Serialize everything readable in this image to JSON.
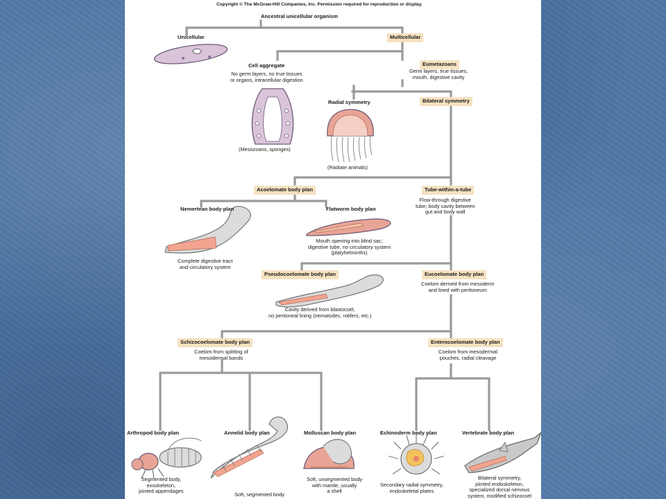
{
  "copyright": "Copyright © The McGraw-Hill Companies, Inc. Permission required for reproduction or display.",
  "colors": {
    "background": "#4f77a6",
    "panel": "#ffffff",
    "branch_line": "#9a9a9a",
    "highlight": "#f6e2c1",
    "organism_fill": "#d9c4da",
    "organism_accent": "#e8836b"
  },
  "nodes": {
    "ancestral": "Ancestral unicellular organism",
    "unicellular": "Unicellular",
    "multicellular": "Multicellular",
    "cell_aggregate": {
      "title": "Cell aggregate",
      "desc": "No germ layers, no true tissues\nor organs, intracellular digestion",
      "caption": "(Mesozoans, sponges)"
    },
    "eumetazoans": {
      "title": "Eumetazoans",
      "desc": "Germ layers, true tissues,\nmouth, digestive cavity"
    },
    "radial": {
      "title": "Radial symmetry",
      "caption": "(Radiate animals)"
    },
    "bilateral": "Bilateral symmetry",
    "acoelomate": "Acoelomate body plan",
    "tube": {
      "title": "Tube-within-a-tube",
      "desc": "Flow-through digestive\ntube; body cavity between\ngut and body wall"
    },
    "nemertean": {
      "title": "Nemertean body plan",
      "desc": "Complete digestive tract\nand circulatory system"
    },
    "flatworm": {
      "title": "Flatworm body plan",
      "desc": "Mouth opening into blind sac;\ndigestive tube, no circulatory system\n(platyhelminths)"
    },
    "pseudocoelomate": {
      "title": "Pseudocoelomate body plan",
      "desc": "Cavity derived from blastocoel,\nno peritoneal lining (nematodes, rotifers, etc.)"
    },
    "eucoelomate": {
      "title": "Eucoelomate body plan",
      "desc": "Coelom derived from mesoderm\nand lined with peritoneum"
    },
    "schizocoelomate": {
      "title": "Schizocoelomate body plan",
      "desc": "Coelom from splitting of\nmesodermal bands"
    },
    "enterocoelomate": {
      "title": "Enterocoelomate body plan",
      "desc": "Coelom from mesodermal\npouches, radial cleavage"
    },
    "arthropod": {
      "title": "Arthropod body plan",
      "desc": "Segmented body,\nexoskeleton,\njointed appendages"
    },
    "annelid": {
      "title": "Annelid body plan",
      "desc": "Soft, segmented body"
    },
    "molluscan": {
      "title": "Molluscan body plan",
      "desc": "Soft, unsegmented body\nwith mantle, usually\na shell"
    },
    "echinoderm": {
      "title": "Echinoderm body plan",
      "desc": "Secondary radial symmetry,\nendoskeletal plates"
    },
    "vertebrate": {
      "title": "Vertebrate body plan",
      "desc": "Bilateral symmetry,\njointed endoskeleton,\nspecialized dorsal nervous\nsystem, modified schizocoel"
    }
  },
  "icons": {
    "unicellular": "paramecium-icon",
    "cell_aggregate": "sponge-icon",
    "radial": "jellyfish-icon",
    "nemertean": "ribbon-worm-icon",
    "flatworm": "flatworm-icon",
    "pseudocoelomate": "roundworm-icon",
    "arthropod": "insect-icon",
    "annelid": "earthworm-icon",
    "molluscan": "snail-icon",
    "echinoderm": "sea-urchin-icon",
    "vertebrate": "shark-icon"
  }
}
